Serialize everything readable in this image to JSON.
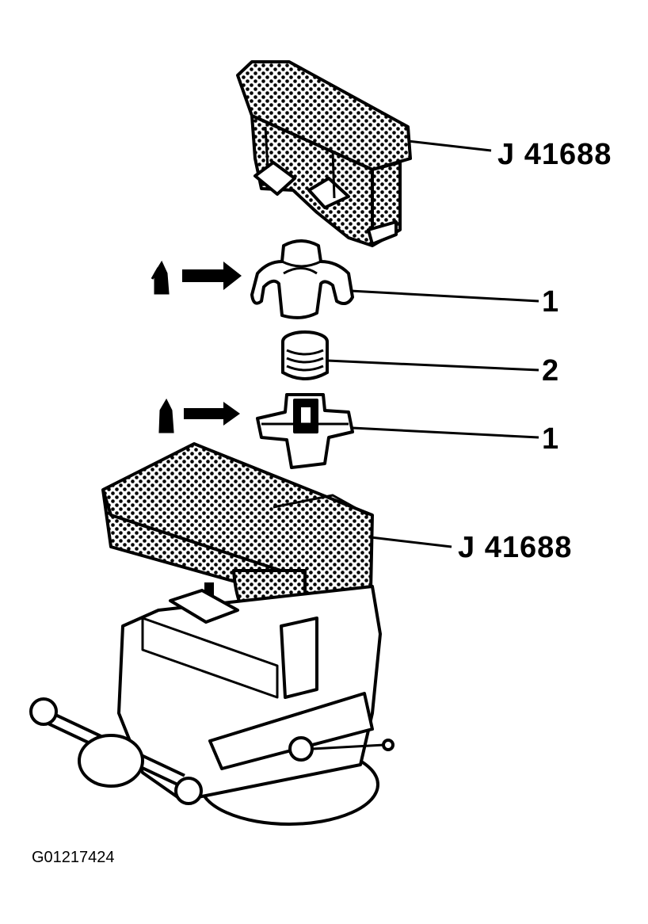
{
  "callouts": {
    "tool_top": "J 41688",
    "part_1_upper": "1",
    "part_2": "2",
    "part_1_lower": "1",
    "tool_bottom": "J 41688"
  },
  "figure_id": "G01217424",
  "icons": [
    "oil-can-icon",
    "arrow-right-icon",
    "arrow-down-icon"
  ],
  "colors": {
    "ink": "#000000",
    "paper": "#ffffff"
  }
}
